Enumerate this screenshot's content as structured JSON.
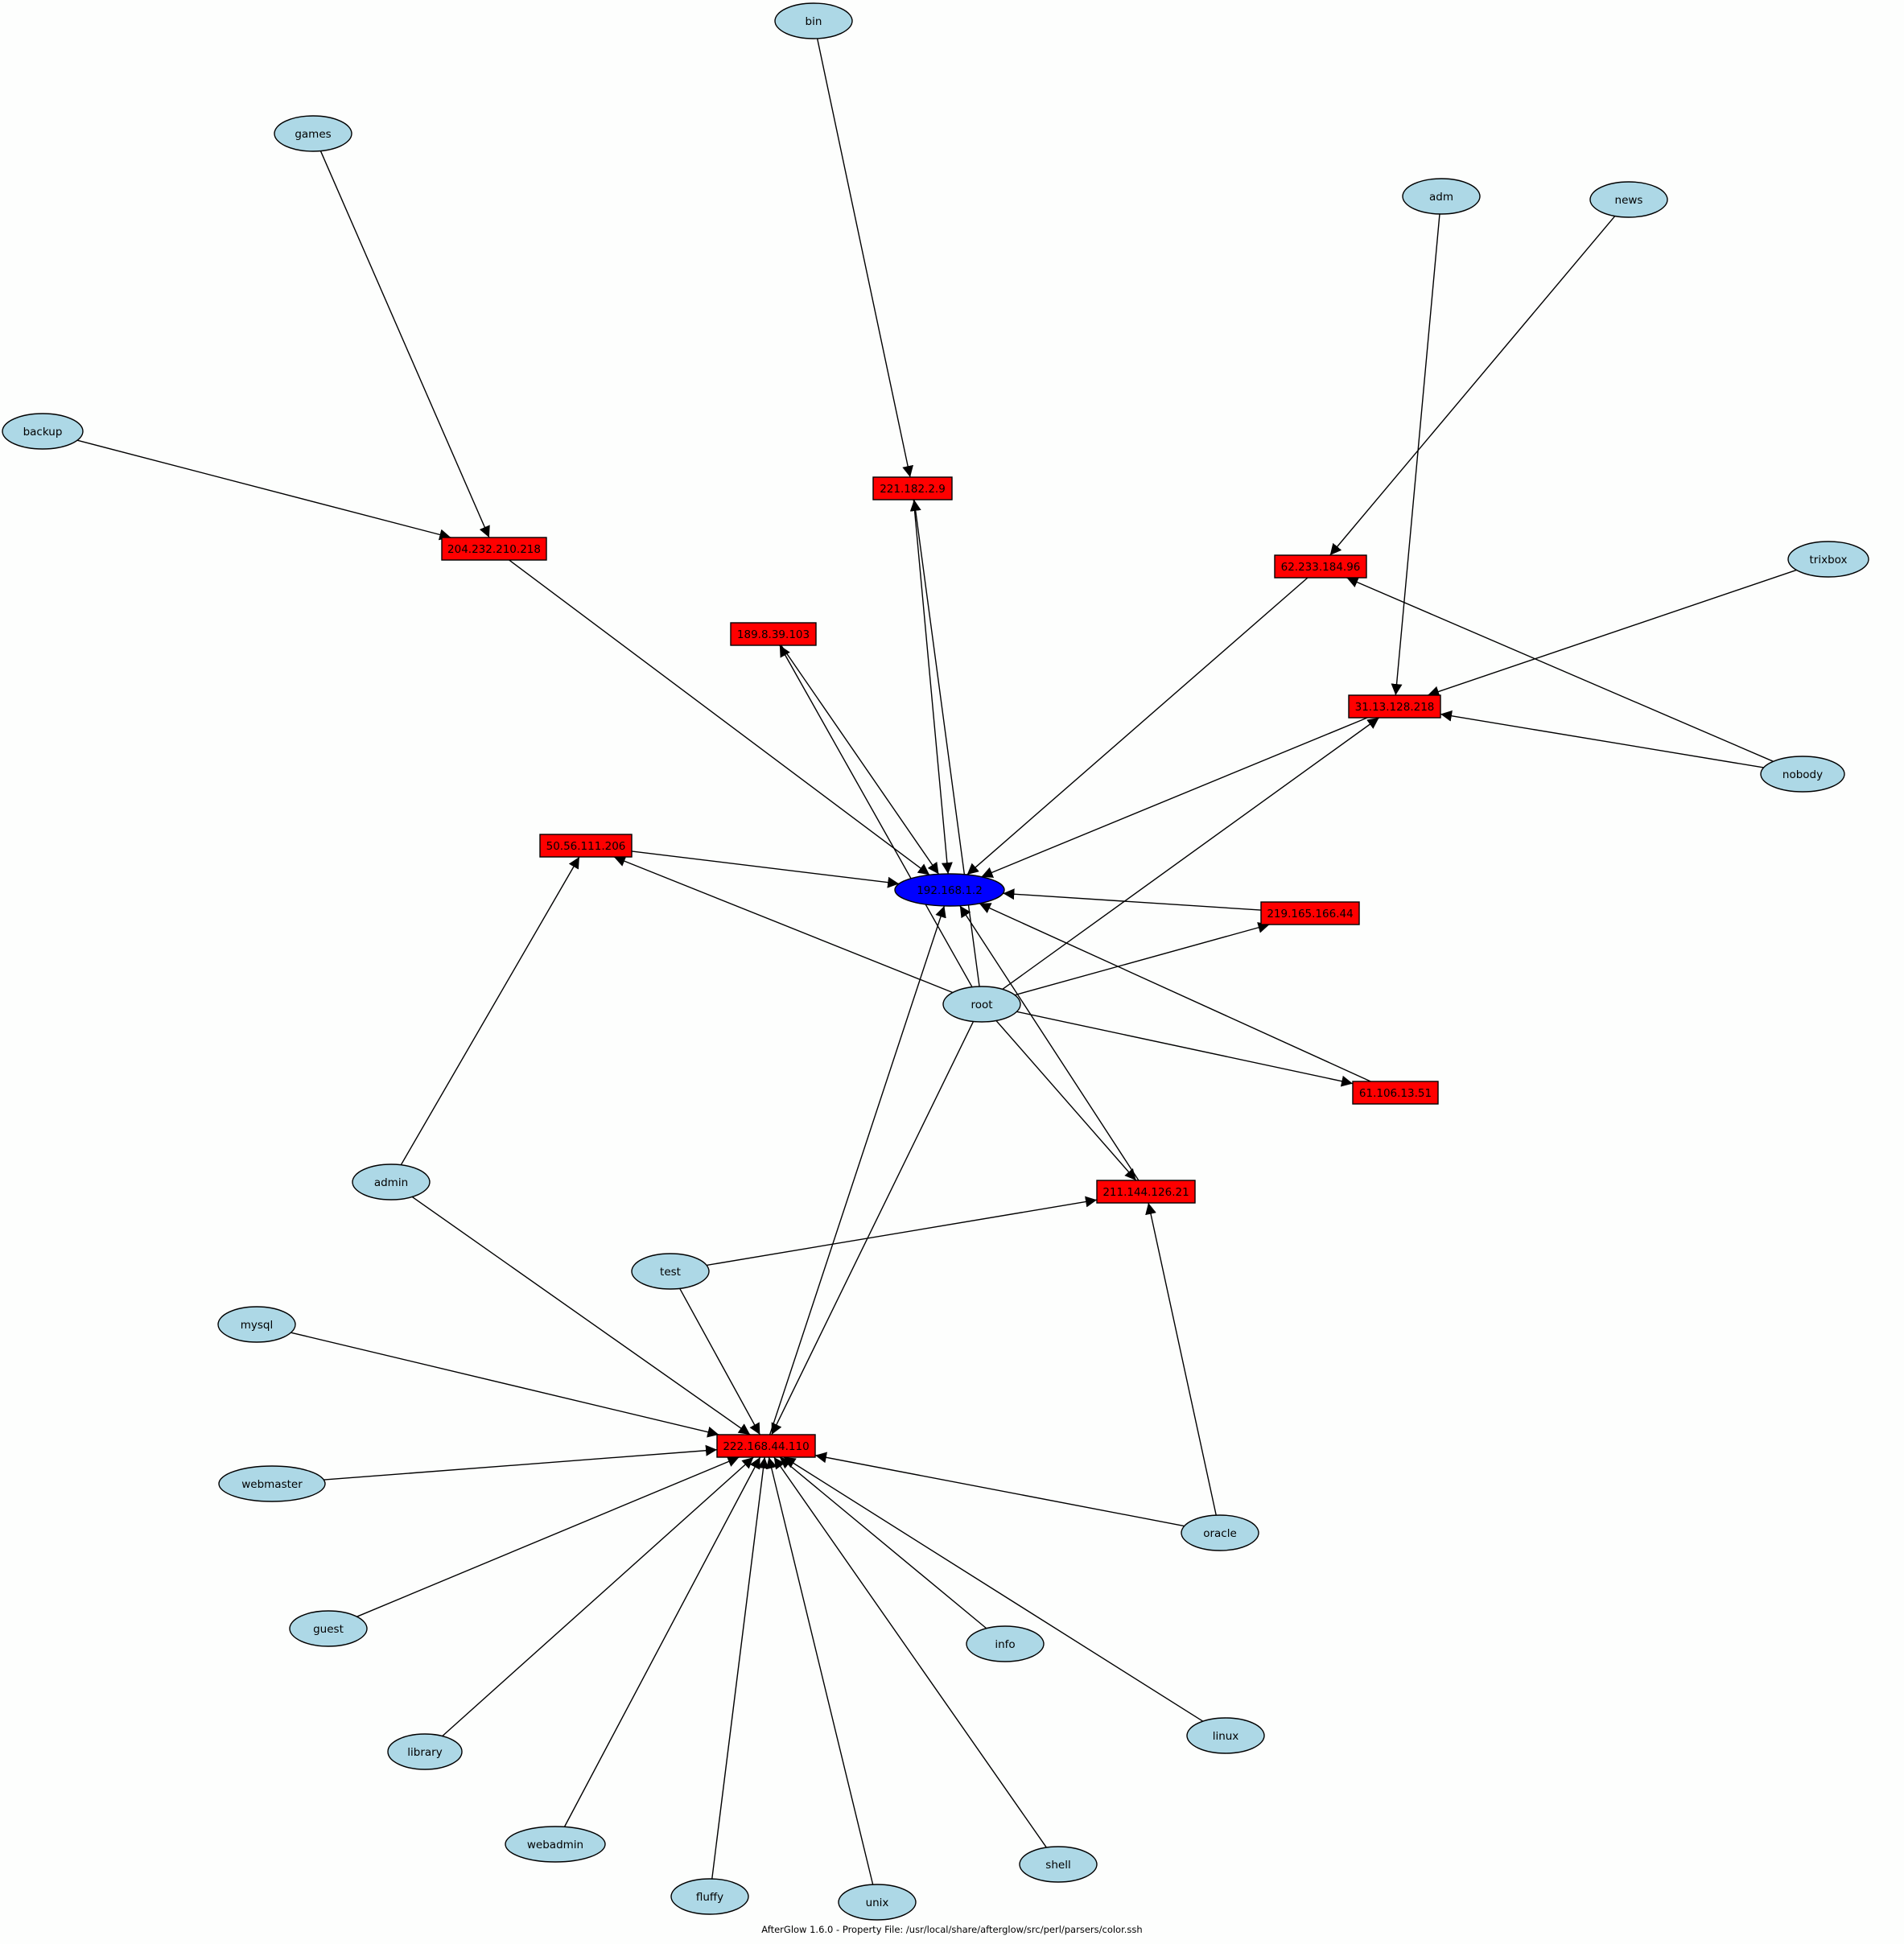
{
  "graph": {
    "footer": "AfterGlow 1.6.0 - Property File: /usr/local/share/afterglow/src/perl/parsers/color.ssh",
    "colors": {
      "user_fill": "#add8e6",
      "target_fill": "#ff0000",
      "center_fill": "#0000ff",
      "edge": "#000000",
      "background": "#fdfefd"
    },
    "nodes": [
      {
        "id": "bin",
        "label": "bin",
        "kind": "user"
      },
      {
        "id": "games",
        "label": "games",
        "kind": "user"
      },
      {
        "id": "adm",
        "label": "adm",
        "kind": "user"
      },
      {
        "id": "news",
        "label": "news",
        "kind": "user"
      },
      {
        "id": "backup",
        "label": "backup",
        "kind": "user"
      },
      {
        "id": "trixbox",
        "label": "trixbox",
        "kind": "user"
      },
      {
        "id": "nobody",
        "label": "nobody",
        "kind": "user"
      },
      {
        "id": "root",
        "label": "root",
        "kind": "user"
      },
      {
        "id": "admin",
        "label": "admin",
        "kind": "user"
      },
      {
        "id": "test",
        "label": "test",
        "kind": "user"
      },
      {
        "id": "mysql",
        "label": "mysql",
        "kind": "user"
      },
      {
        "id": "webmaster",
        "label": "webmaster",
        "kind": "user"
      },
      {
        "id": "oracle",
        "label": "oracle",
        "kind": "user"
      },
      {
        "id": "guest",
        "label": "guest",
        "kind": "user"
      },
      {
        "id": "info",
        "label": "info",
        "kind": "user"
      },
      {
        "id": "library",
        "label": "library",
        "kind": "user"
      },
      {
        "id": "linux",
        "label": "linux",
        "kind": "user"
      },
      {
        "id": "webadmin",
        "label": "webadmin",
        "kind": "user"
      },
      {
        "id": "shell",
        "label": "shell",
        "kind": "user"
      },
      {
        "id": "fluffy",
        "label": "fluffy",
        "kind": "user"
      },
      {
        "id": "unix",
        "label": "unix",
        "kind": "user"
      },
      {
        "id": "ip221",
        "label": "221.182.2.9",
        "kind": "target"
      },
      {
        "id": "ip204",
        "label": "204.232.210.218",
        "kind": "target"
      },
      {
        "id": "ip62",
        "label": "62.233.184.96",
        "kind": "target"
      },
      {
        "id": "ip189",
        "label": "189.8.39.103",
        "kind": "target"
      },
      {
        "id": "ip31",
        "label": "31.13.128.218",
        "kind": "target"
      },
      {
        "id": "ip50",
        "label": "50.56.111.206",
        "kind": "target"
      },
      {
        "id": "ip219",
        "label": "219.165.166.44",
        "kind": "target"
      },
      {
        "id": "ip61",
        "label": "61.106.13.51",
        "kind": "target"
      },
      {
        "id": "ip211",
        "label": "211.144.126.21",
        "kind": "target"
      },
      {
        "id": "ip222",
        "label": "222.168.44.110",
        "kind": "target"
      },
      {
        "id": "center",
        "label": "192.168.1.2",
        "kind": "center"
      }
    ],
    "edges": [
      [
        "bin",
        "ip221"
      ],
      [
        "games",
        "ip204"
      ],
      [
        "backup",
        "ip204"
      ],
      [
        "adm",
        "ip31"
      ],
      [
        "news",
        "ip62"
      ],
      [
        "trixbox",
        "ip31"
      ],
      [
        "nobody",
        "ip62"
      ],
      [
        "nobody",
        "ip31"
      ],
      [
        "ip204",
        "center"
      ],
      [
        "ip221",
        "center"
      ],
      [
        "ip189",
        "center"
      ],
      [
        "ip62",
        "center"
      ],
      [
        "ip31",
        "center"
      ],
      [
        "ip50",
        "center"
      ],
      [
        "ip219",
        "center"
      ],
      [
        "ip61",
        "center"
      ],
      [
        "ip211",
        "center"
      ],
      [
        "ip222",
        "center"
      ],
      [
        "root",
        "ip221"
      ],
      [
        "root",
        "ip189"
      ],
      [
        "root",
        "ip31"
      ],
      [
        "root",
        "ip50"
      ],
      [
        "root",
        "ip219"
      ],
      [
        "root",
        "ip61"
      ],
      [
        "root",
        "ip211"
      ],
      [
        "root",
        "ip222"
      ],
      [
        "admin",
        "ip50"
      ],
      [
        "admin",
        "ip222"
      ],
      [
        "test",
        "ip211"
      ],
      [
        "test",
        "ip222"
      ],
      [
        "oracle",
        "ip211"
      ],
      [
        "oracle",
        "ip222"
      ],
      [
        "mysql",
        "ip222"
      ],
      [
        "webmaster",
        "ip222"
      ],
      [
        "guest",
        "ip222"
      ],
      [
        "library",
        "ip222"
      ],
      [
        "webadmin",
        "ip222"
      ],
      [
        "fluffy",
        "ip222"
      ],
      [
        "unix",
        "ip222"
      ],
      [
        "shell",
        "ip222"
      ],
      [
        "linux",
        "ip222"
      ],
      [
        "info",
        "ip222"
      ]
    ]
  }
}
